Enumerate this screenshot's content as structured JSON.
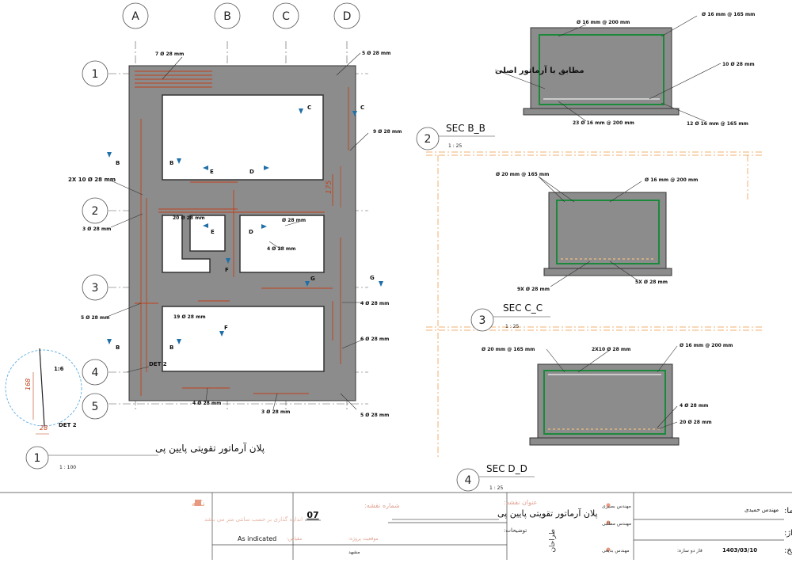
{
  "grid": {
    "cols": [
      "A",
      "B",
      "C",
      "D"
    ],
    "rows": [
      "1",
      "2",
      "3",
      "4",
      "5"
    ]
  },
  "plan": {
    "labels": {
      "top_rebar": "7 Ø 28 mm",
      "top_right": "5 Ø 28 mm",
      "right_mid": "9 Ø 28 mm",
      "left_2x": "2X 10 Ø 28 mm",
      "left_3": "3 Ø 28 mm",
      "inner_20": "20 Ø 28 mm",
      "inner_d": "Ø 28 mm",
      "inner_4": "4 Ø 28 mm",
      "right_4": "4 Ø 28 mm",
      "left_5": "5 Ø 28 mm",
      "inner_19": "19 Ø 28 mm",
      "right_6": "6 Ø 28 mm",
      "bot_4": "4 Ø 28 mm",
      "bot_3": "3 Ø 28 mm",
      "bot_5": "5 Ø 28 mm",
      "dim_175": "175"
    },
    "section_marks": [
      "C",
      "C",
      "B",
      "B",
      "E",
      "D",
      "E",
      "D",
      "F",
      "G",
      "G",
      "F",
      "B",
      "B"
    ],
    "det_label": "DET 2",
    "title": "پلان آرماتور تقویتی پایین پی",
    "bubble": "1",
    "scale": "1 : 100"
  },
  "detail": {
    "scale": "1:6",
    "dim_v": "168",
    "dim_h": "28",
    "label": "DET 2"
  },
  "sec_bb": {
    "title": "SEC B_B",
    "bubble": "2",
    "scale": "1 : 25",
    "labels": {
      "l1": "Ø 16 mm @ 200 mm",
      "l2": "Ø 16 mm @ 165 mm",
      "l3": "10 Ø 28 mm",
      "l4": "23 Ø 16 mm @ 200 mm",
      "l5": "12 Ø 16 mm @ 165 mm",
      "note": "مطابق با آرماتور اصلی"
    }
  },
  "sec_cc": {
    "title": "SEC C_C",
    "bubble": "3",
    "scale": "1 : 25",
    "labels": {
      "l1": "Ø 20 mm @ 165 mm",
      "l2": "Ø 16 mm @ 200 mm",
      "l3": "9X Ø 28 mm",
      "l4": "5X Ø 28 mm"
    }
  },
  "sec_dd": {
    "title": "SEC D_D",
    "bubble": "4",
    "scale": "1 : 25",
    "labels": {
      "l1": "Ø 20 mm @ 165 mm",
      "l2": "2X10 Ø 28 mm",
      "l3": "Ø 16 mm @ 200 mm",
      "l4": "4 Ø 28 mm",
      "l5": "20 Ø 28 mm"
    }
  },
  "title_block": {
    "note_title": "نکته",
    "note_text": "اندازه گذاری بر حسب سانتی متر می باشد",
    "sheet_no_label": "شماره نقشه:",
    "sheet_no": "07",
    "title_label": "عنوان نقشه:",
    "title": "پلان آرماتور تقویتی پایین پی",
    "desc_label": "توضیحات:",
    "location_label": "موقعیت پروژه:",
    "scale_label": "مقیاس:",
    "scale": "As indicated",
    "city": "مشهد",
    "designers_label": "طراحان",
    "designer1": "مهندس بصیری",
    "designer2": "مهندس مطلبی",
    "designer3": "مهندس بدیعی",
    "client_label": "کارفرما:",
    "client": "مهندس حمیدی",
    "area_label": "متراژ:",
    "date_label": "تاریخ:",
    "date": "1403/03/10",
    "phase_label": "فاز دو سازه:"
  },
  "colors": {
    "concrete": "#8c8c8c",
    "rebar_red": "#c0401a",
    "rebar_green": "#1a8a3a",
    "marker_blue": "#1f6fa8",
    "cut_line": "#f0b070"
  }
}
